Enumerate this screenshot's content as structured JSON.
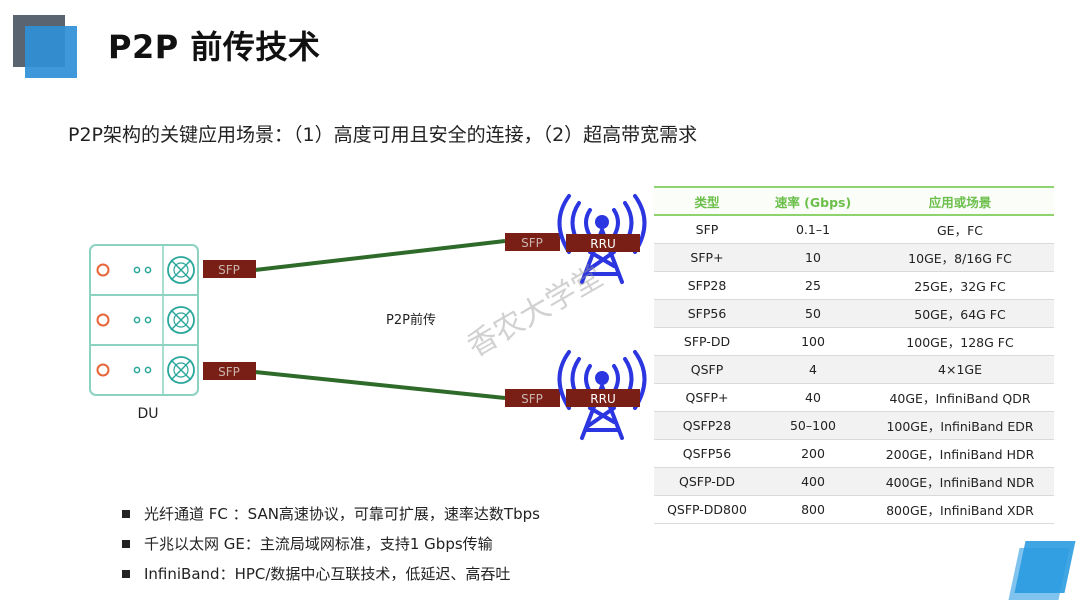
{
  "title": "P2P 前传技术",
  "subtitle": "P2P架构的关键应用场景：（1）高度可用且安全的连接，（2）超高带宽需求",
  "diagram": {
    "du_label": "DU",
    "sfp_label": "SFP",
    "rru_label": "RRU",
    "link_label": "P2P前传",
    "watermark": "香农大学堂",
    "colors": {
      "link": "#2e6b2a",
      "sfp_box": "#7a1f16",
      "tower": "#2b36e0",
      "du_outline": "#8bd3c0",
      "du_led": "#e8653a"
    }
  },
  "table": {
    "headers": [
      "类型",
      "速率 (Gbps)",
      "应用或场景"
    ],
    "rows": [
      [
        "SFP",
        "0.1–1",
        "GE，FC"
      ],
      [
        "SFP+",
        "10",
        "10GE，8/16G FC"
      ],
      [
        "SFP28",
        "25",
        "25GE，32G FC"
      ],
      [
        "SFP56",
        "50",
        "50GE，64G FC"
      ],
      [
        "SFP-DD",
        "100",
        "100GE，128G FC"
      ],
      [
        "QSFP",
        "4",
        "4×1GE"
      ],
      [
        "QSFP+",
        "40",
        "40GE，InfiniBand QDR"
      ],
      [
        "QSFP28",
        "50–100",
        "100GE，InfiniBand EDR"
      ],
      [
        "QSFP56",
        "200",
        "200GE，InfiniBand HDR"
      ],
      [
        "QSFP-DD",
        "400",
        "400GE，InfiniBand NDR"
      ],
      [
        "QSFP-DD800",
        "800",
        "800GE，InfiniBand XDR"
      ]
    ]
  },
  "bullets": [
    "光纤通道 FC ：SAN高速协议，可靠可扩展，速率达数Tbps",
    "千兆以太网 GE：主流局域网标准，支持1 Gbps传输",
    "InfiniBand：HPC/数据中心互联技术，低延迟、高吞吐"
  ]
}
